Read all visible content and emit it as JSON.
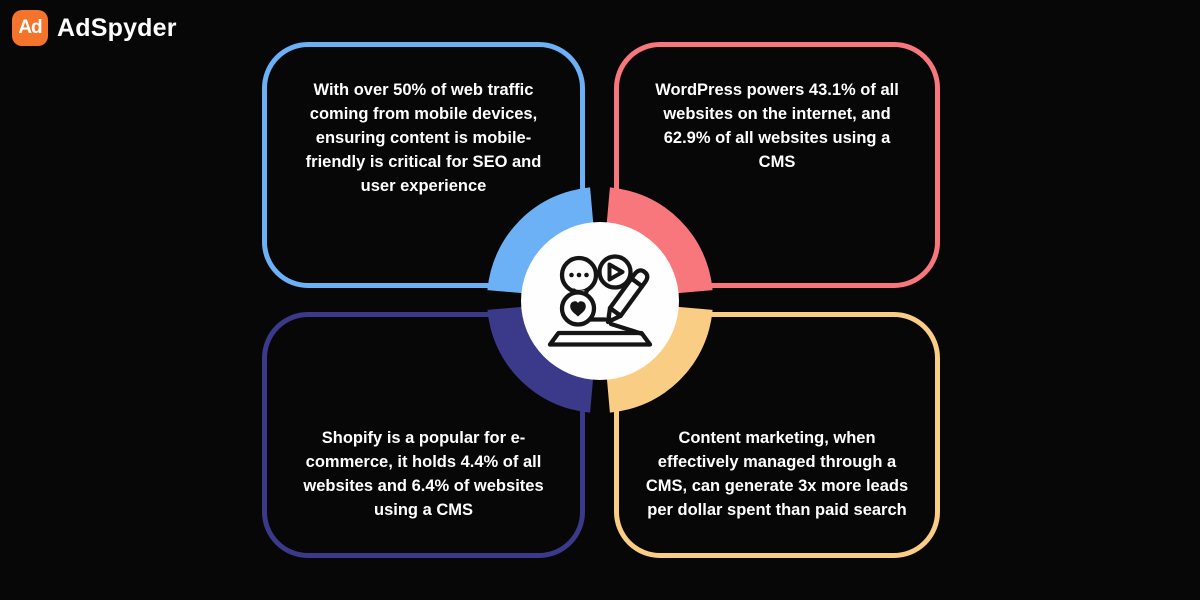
{
  "brand": {
    "badge_text": "Ad",
    "name": "AdSpyder"
  },
  "colors": {
    "background": "#070707",
    "blue": "#6CB0F6",
    "coral": "#F7777C",
    "indigo": "#3B3A8A",
    "yellow": "#F9CD83",
    "logo_orange": "#F4742B",
    "text": "#FFFFFF",
    "hub_fill": "#FEFEFE",
    "icon_stroke": "#151515"
  },
  "cards": [
    {
      "id": "mobile-traffic",
      "position": "top-left",
      "accent": "#6CB0F6",
      "text": "With over 50% of web traffic\ncoming from mobile devices,\nensuring content is mobile-\nfriendly is critical for SEO and\nuser experience"
    },
    {
      "id": "wordpress-share",
      "position": "top-right",
      "accent": "#F7777C",
      "text": "WordPress powers 43.1% of all\nwebsites on the internet, and\n62.9% of all websites using a\nCMS"
    },
    {
      "id": "shopify-share",
      "position": "bottom-left",
      "accent": "#3B3A8A",
      "text": "Shopify is a popular for e-\ncommerce, it holds 4.4% of all\nwebsites and 6.4% of websites\nusing a CMS"
    },
    {
      "id": "content-marketing-leads",
      "position": "bottom-right",
      "accent": "#F9CD83",
      "text": "Content marketing, when\neffectively managed through a\nCMS, can generate 3x more leads\nper dollar spent than paid search"
    }
  ],
  "center_icon": "content-creation (speech bubble, play button, heart, pencil on drawing board)"
}
